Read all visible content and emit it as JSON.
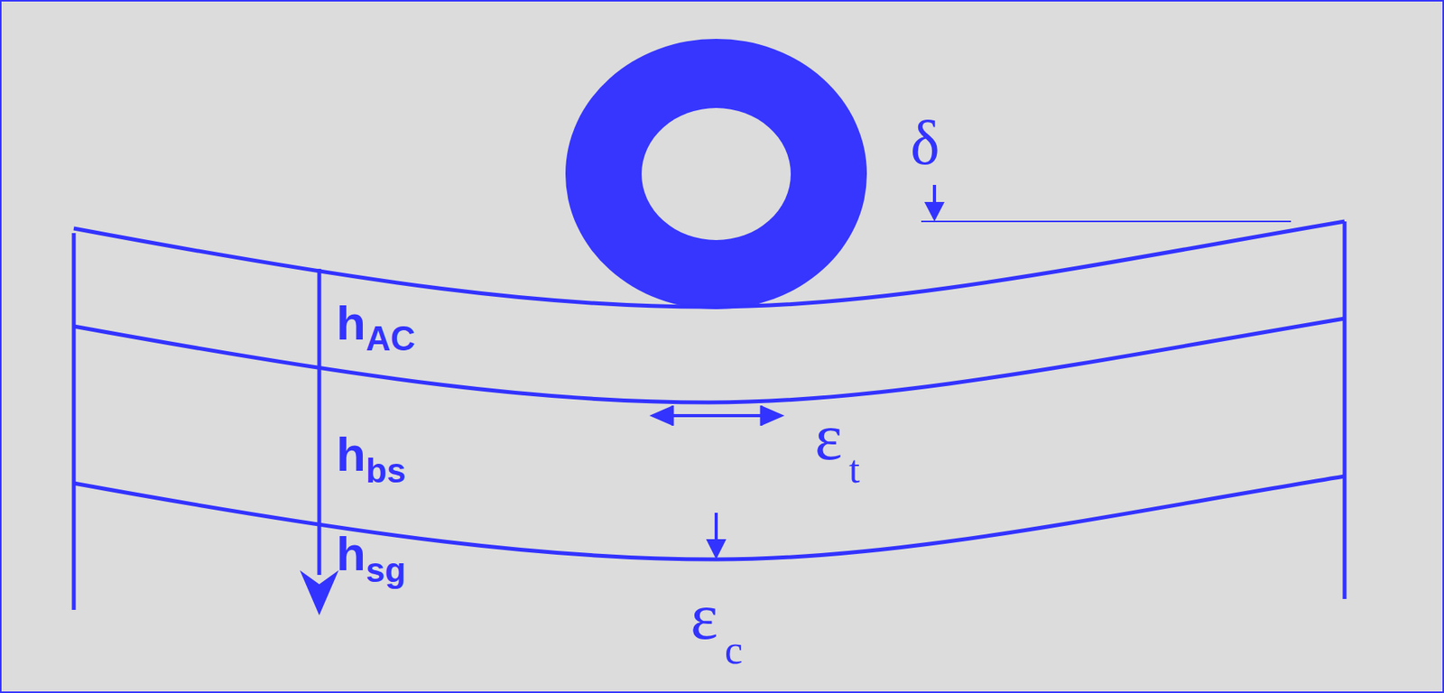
{
  "diagram": {
    "labels": [
      "δ",
      "h",
      "AC",
      "h",
      "bs",
      "h",
      "sg",
      "ε",
      "t",
      "ε",
      "c"
    ]
  }
}
